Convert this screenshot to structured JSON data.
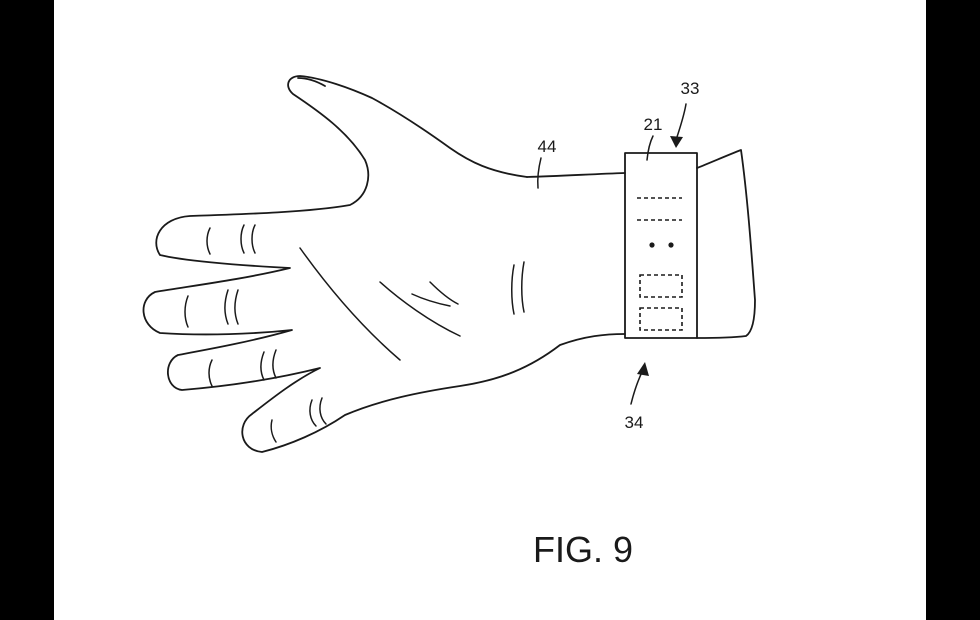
{
  "figure": {
    "caption": "FIG. 9",
    "references": {
      "device": "21",
      "band_arrow_top": "33",
      "band_arrow_bottom": "34",
      "wrist": "44"
    }
  },
  "colors": {
    "background": "#000000",
    "page": "#ffffff",
    "ink": "#1a1a1a"
  }
}
